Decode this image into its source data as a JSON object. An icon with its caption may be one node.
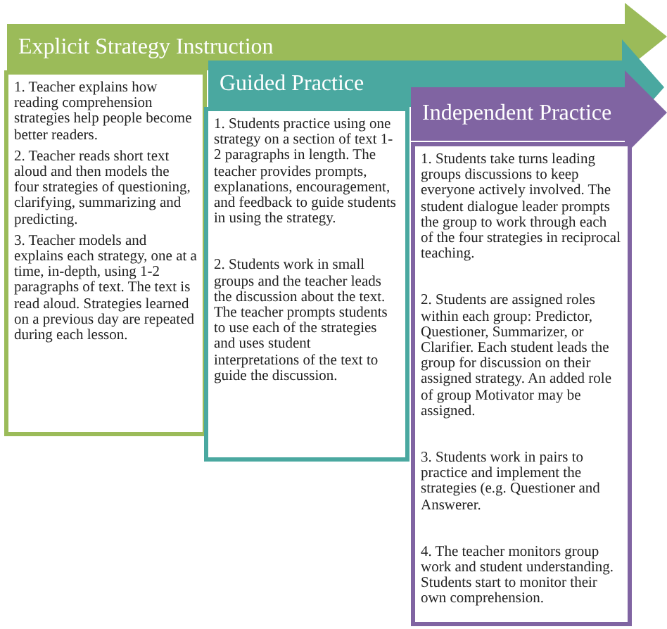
{
  "diagram": {
    "nodes": [
      {
        "text": [
          "Explicit Strategy Instruction"
        ]
      },
      {
        "text": [
          "1. Teacher explains how reading comprehension strategies help people become better readers.",
          "2. Teacher reads short text aloud and then models the four strategies of questioning, clarifying, summarizing and predicting.",
          "3. Teacher models and explains each strategy, one at a time, in-depth, using 1-2 paragraphs of text.  The text is read aloud.  Strategies learned on a previous day are repeated during each lesson."
        ]
      },
      {
        "text": [
          "Guided Practice"
        ]
      },
      {
        "text": [
          "1. Students practice using one strategy on a section of text 1-2 paragraphs in length.  The teacher provides prompts, explanations, encouragement, and feedback to guide students in using the strategy.",
          "2. Students work in small groups and the teacher leads the discussion about the text. The teacher prompts students to use each of the strategies and uses student interpretations of the text to guide the discussion."
        ]
      },
      {
        "text": [
          "Independent Practice"
        ]
      },
      {
        "text": [
          "1. Students take turns leading groups discussions to keep everyone actively involved.  The student dialogue leader prompts the group to work through each of the four strategies in reciprocal teaching.",
          "2. Students are assigned roles within each group: Predictor, Questioner, Summarizer, or Clarifier.  Each student leads the group for discussion on their assigned strategy.  An added role of group Motivator may be assigned.",
          "3. Students work in pairs to practice and implement the strategies (e.g. Questioner and Answerer.",
          "4. The teacher monitors group work and student understanding. Students start to monitor their own comprehension."
        ]
      }
    ]
  }
}
